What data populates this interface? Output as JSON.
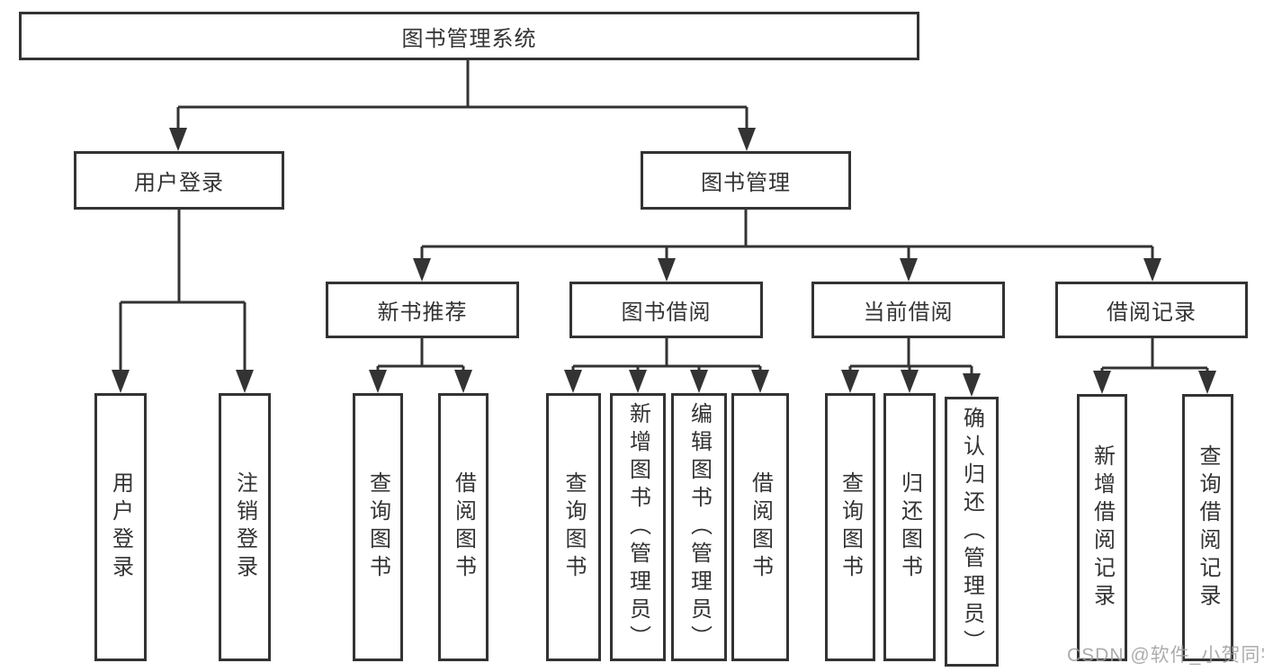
{
  "diagram_title": "图书管理系统",
  "colors": {
    "line": "#333333",
    "text": "#333333",
    "background": "#ffffff",
    "watermark_text_color": "#9e9e9e"
  },
  "watermark": {
    "text": "CSDN @软件_小贺同学"
  },
  "tree": {
    "label": "图书管理系统",
    "children": [
      {
        "label": "用户登录",
        "children": [
          {
            "label": "用户登录"
          },
          {
            "label": "注销登录"
          }
        ]
      },
      {
        "label": "图书管理",
        "children": [
          {
            "label": "新书推荐",
            "children": [
              {
                "label": "查询图书"
              },
              {
                "label": "借阅图书"
              }
            ]
          },
          {
            "label": "图书借阅",
            "children": [
              {
                "label": "查询图书"
              },
              {
                "label": "新增图书（管理员）"
              },
              {
                "label": "编辑图书（管理员）"
              },
              {
                "label": "借阅图书"
              }
            ]
          },
          {
            "label": "当前借阅",
            "children": [
              {
                "label": "查询图书"
              },
              {
                "label": "归还图书"
              },
              {
                "label": "确认归还（管理员）"
              }
            ]
          },
          {
            "label": "借阅记录",
            "children": [
              {
                "label": "新增借阅记录"
              },
              {
                "label": "查询借阅记录"
              }
            ]
          }
        ]
      }
    ]
  }
}
